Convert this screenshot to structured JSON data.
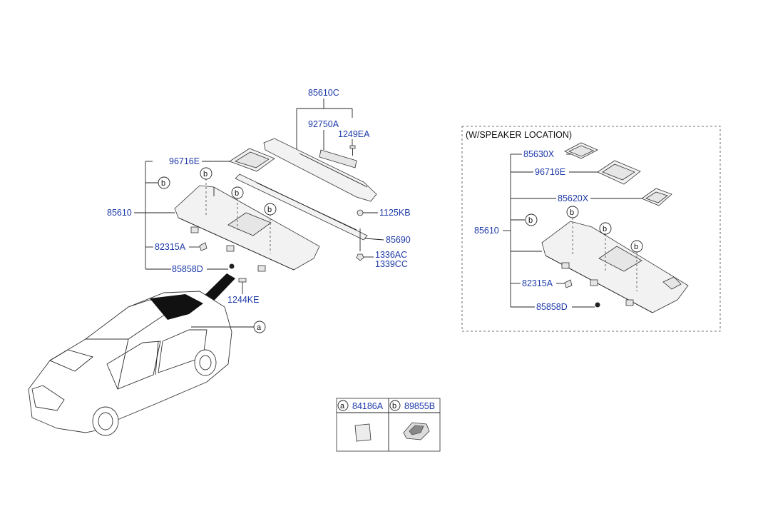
{
  "labels": {
    "l_85610C": "85610C",
    "l_92750A": "92750A",
    "l_1249EA": "1249EA",
    "l_96716E": "96716E",
    "l_85610": "85610",
    "l_1125KB": "1125KB",
    "l_85690": "85690",
    "l_1336AC": "1336AC",
    "l_1339CC": "1339CC",
    "l_82315A": "82315A",
    "l_85858D": "85858D",
    "l_1244KE": "1244KE"
  },
  "callouts": {
    "a": "a",
    "b": "b"
  },
  "speaker_box": {
    "title": "(W/SPEAKER LOCATION)",
    "l_85630X": "85630X",
    "l_96716E": "96716E",
    "l_85620X": "85620X",
    "l_85610": "85610",
    "l_82315A": "82315A",
    "l_85858D": "85858D"
  },
  "legend": {
    "a_letter": "a",
    "a_part": "84186A",
    "b_letter": "b",
    "b_part": "89855B"
  }
}
